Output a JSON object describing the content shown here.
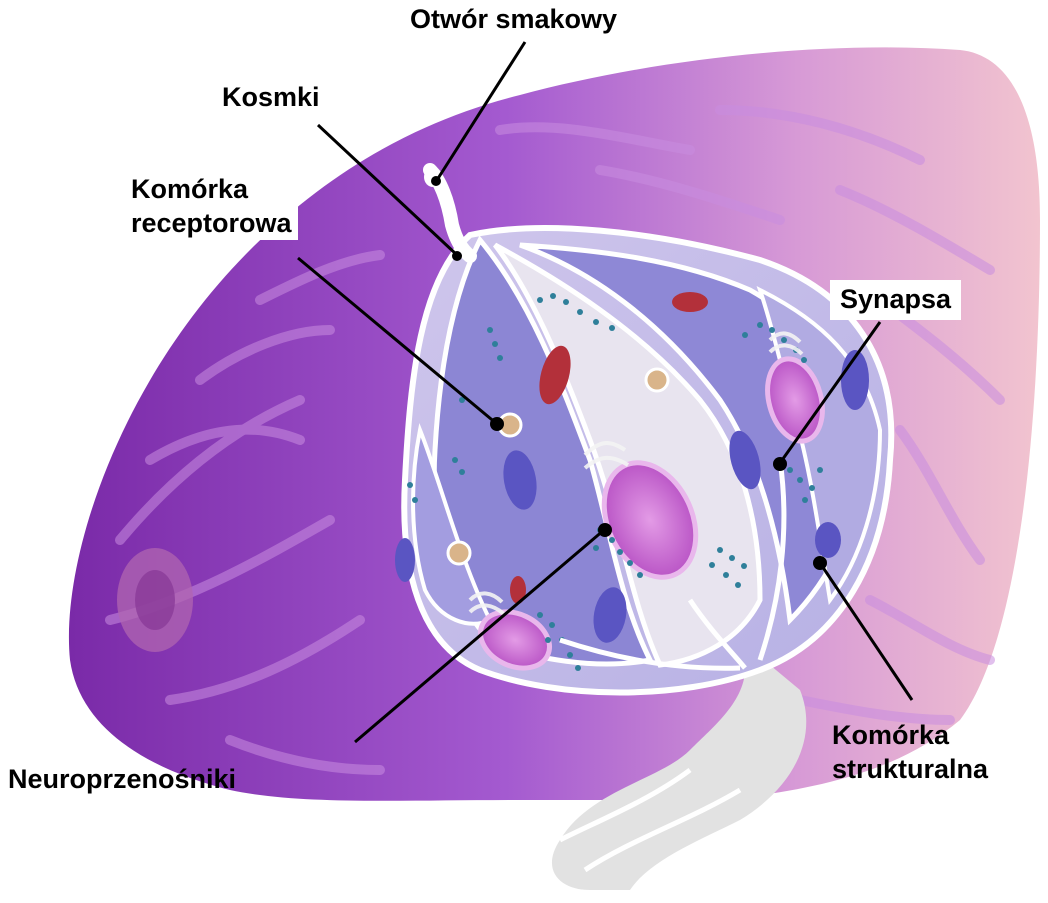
{
  "labels": {
    "taste_pore": "Otwór smakowy",
    "microvilli": "Kosmki",
    "receptor_cell_line1": "Komórka",
    "receptor_cell_line2": "receptorowa",
    "synapse": "Synapsa",
    "neurotransmitters": "Neuroprzenośniki",
    "supporting_cell_line1": "Komórka",
    "supporting_cell_line2": "strukturalna"
  },
  "colors": {
    "tissue_dark": "#8a3bb5",
    "tissue_light": "#e9b3d6",
    "bud_light": "#d8d2ec",
    "cell_blue": "#7c78c8",
    "nucleus": "#c152c8",
    "vesicle": "#2f7f9a",
    "mitochondria": "#b3303a",
    "nerve": "#e6e6e6",
    "leader": "#000000"
  }
}
